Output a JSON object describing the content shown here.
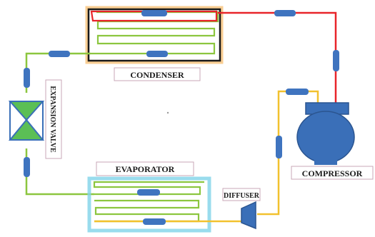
{
  "labels": {
    "condenser": "CONDENSER",
    "expansion_valve": "EXPANSION VALVE",
    "evaporator": "EVAPORATOR",
    "diffuser": "DIFFUSER",
    "compressor": "COMPRESSOR"
  },
  "colors": {
    "hot_line": "#e8242a",
    "cold_line": "#f2c12e",
    "liquid_line": "#8cc63f",
    "component": "#3a6fb8",
    "sensor": "#3f74bf",
    "condenser_frame": "#1a1a1a",
    "condenser_glow": "#f4a53a",
    "evaporator_glow": "#7fd3e8",
    "valve": "#5bbf55"
  }
}
